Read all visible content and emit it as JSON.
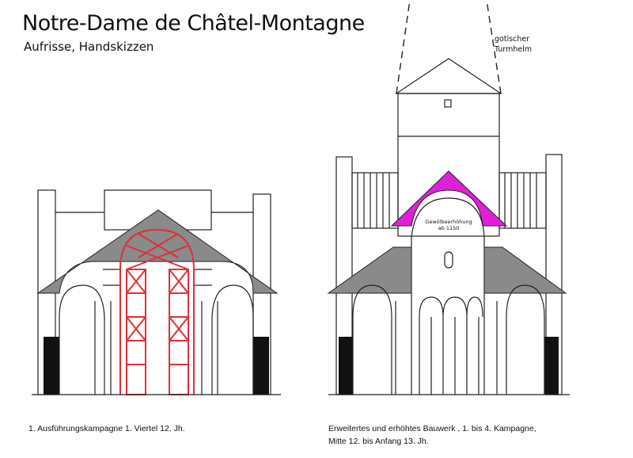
{
  "title": "Notre-Dame de Châtel-Montagne",
  "subtitle": "Aufrisse, Handskizzen",
  "captions": {
    "left": "1. Ausführungskampagne 1. Viertel 12. Jh.",
    "right_line1": "Erweitertes und erhöhtes Bauwerk , 1. bis  4. Kampagne,",
    "right_line2": "Mitte 12. bis Anfang 13. Jh."
  },
  "annotations": {
    "spire_line1": "gotischer",
    "spire_line2": "Turmhelm",
    "vault_line1": "Gewölbeerhöhung",
    "vault_line2": "ab 1150"
  },
  "colors": {
    "roof_gray": "#8a8a8a",
    "scaffold_red": "#e0303a",
    "vault_magenta": "#e020d8",
    "base_black": "#111111"
  }
}
